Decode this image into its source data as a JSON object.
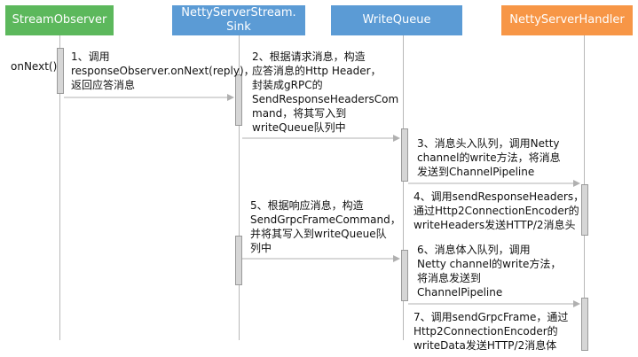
{
  "participants": [
    {
      "label": "StreamObserver",
      "color": "#5cb85c"
    },
    {
      "label": "NettyServerStream.\nSink",
      "color": "#5b9bd5"
    },
    {
      "label": "WriteQueue",
      "color": "#5b9bd5"
    },
    {
      "label": "NettyServerHandler",
      "color": "#f79646"
    }
  ],
  "call_label": "onNext()",
  "messages": [
    {
      "text": "1、调用\nresponseObserver.onNext(reply)，\n返回应答消息"
    },
    {
      "text": "2、根据请求消息，构造\n应答消息的Http Header，\n封装成gRPC的\nSendResponseHeadersCom\nmand，将其写入到\nwriteQueue队列中"
    },
    {
      "text": "3、消息头入队列，调用Netty\nchannel的write方法，将消息\n发送到ChannelPipeline"
    },
    {
      "text": "4、调用sendResponseHeaders，\n通过Http2ConnectionEncoder的\nwriteHeaders发送HTTP/2消息头"
    },
    {
      "text": "5、根据响应消息，构造\nSendGrpcFrameCommand，\n并将其写入到writeQueue队\n列中"
    },
    {
      "text": "6、消息体入队列，调用\nNetty channel的write方法，\n将消息发送到\nChannelPipeline"
    },
    {
      "text": "7、调用sendGrpcFrame，通过\nHttp2ConnectionEncoder的\nwriteData发送HTTP/2消息体"
    }
  ]
}
